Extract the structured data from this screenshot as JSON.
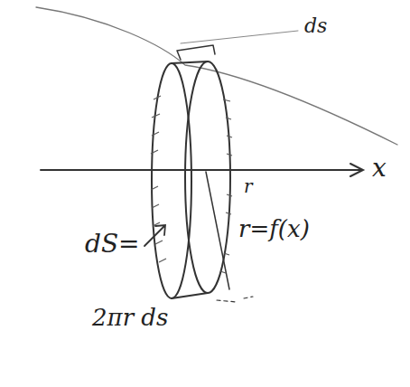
{
  "diagram": {
    "labels": [
      "ds",
      "x",
      "r",
      "r=f(x)",
      "dS=",
      "2πr ds"
    ]
  }
}
